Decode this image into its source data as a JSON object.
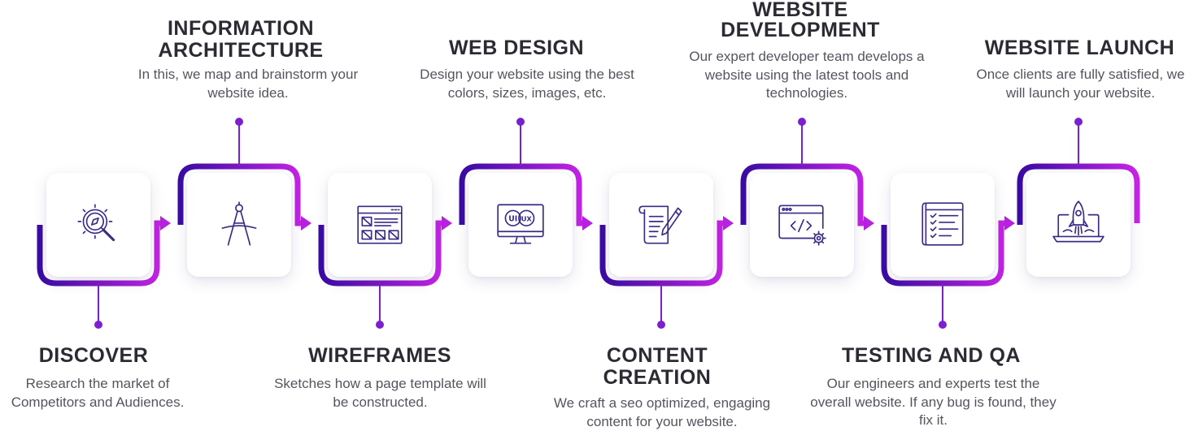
{
  "colors": {
    "gradient_start": "#3a0ca3",
    "gradient_end": "#c724e6",
    "accent": "#7b1fd1",
    "title": "#2b2b33",
    "text": "#555560"
  },
  "steps": [
    {
      "title": "DISCOVER",
      "description": "Research the market of Competitors and Audiences.",
      "icon": "compass-search-icon",
      "position": "bottom"
    },
    {
      "title": "INFORMATION ARCHITECTURE",
      "description": "In this, we map and brainstorm your website idea.",
      "icon": "drafting-compass-icon",
      "position": "top"
    },
    {
      "title": "WIREFRAMES",
      "description": "Sketches how a page template will be constructed.",
      "icon": "wireframe-layout-icon",
      "position": "bottom"
    },
    {
      "title": "WEB DESIGN",
      "description": "Design your website using the best colors, sizes, images, etc.",
      "icon": "ui-ux-monitor-icon",
      "position": "top"
    },
    {
      "title": "CONTENT CREATION",
      "description": "We craft a seo optimized, engaging content for your website.",
      "icon": "document-pen-icon",
      "position": "bottom"
    },
    {
      "title": "WEBSITE DEVELOPMENT",
      "description": "Our expert developer team develops a website using the latest tools and technologies.",
      "icon": "code-window-gear-icon",
      "position": "top"
    },
    {
      "title": "TESTING AND QA",
      "description": "Our engineers and experts test the overall website. If any bug is found, they fix it.",
      "icon": "checklist-icon",
      "position": "bottom"
    },
    {
      "title": "WEBSITE LAUNCH",
      "description": "Once clients are fully satisfied, we will launch your website.",
      "icon": "rocket-laptop-icon",
      "position": "top"
    }
  ]
}
